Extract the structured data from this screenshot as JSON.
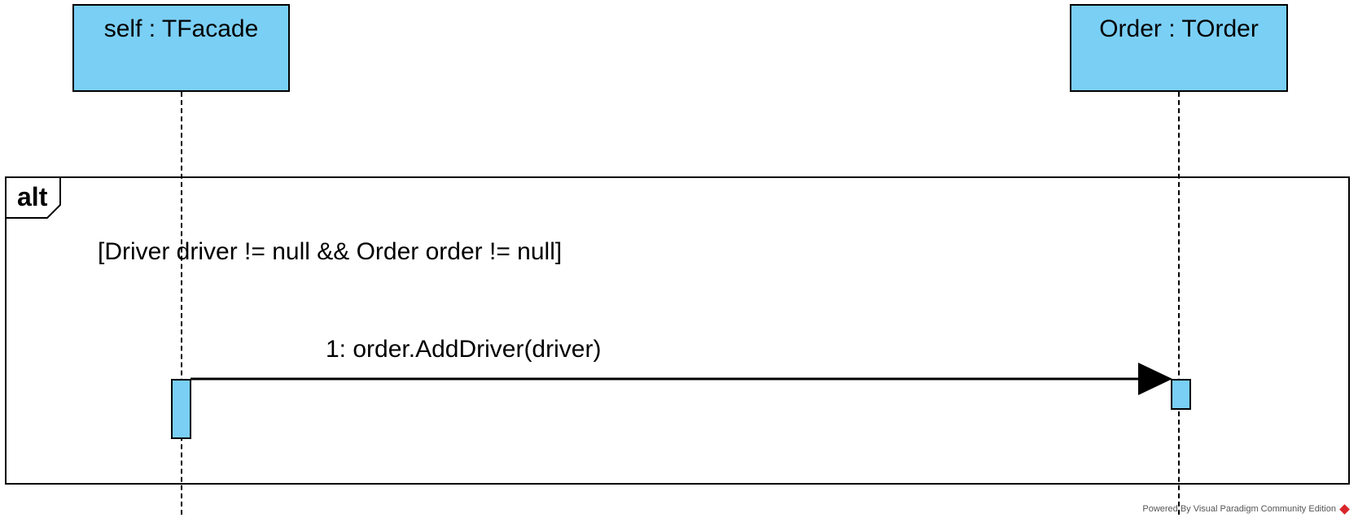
{
  "lifelines": [
    {
      "label": "self : TFacade"
    },
    {
      "label": "Order : TOrder"
    }
  ],
  "fragment": {
    "operator": "alt",
    "guard": "[Driver driver != null && Order order != null]"
  },
  "message": {
    "label": "1: order.AddDriver(driver)"
  },
  "watermark": {
    "text": "Powered By Visual Paradigm Community Edition",
    "icon": "visual-paradigm-logo-icon"
  },
  "colors": {
    "lifeline_fill": "#7ACFF5",
    "stroke": "#000000"
  }
}
